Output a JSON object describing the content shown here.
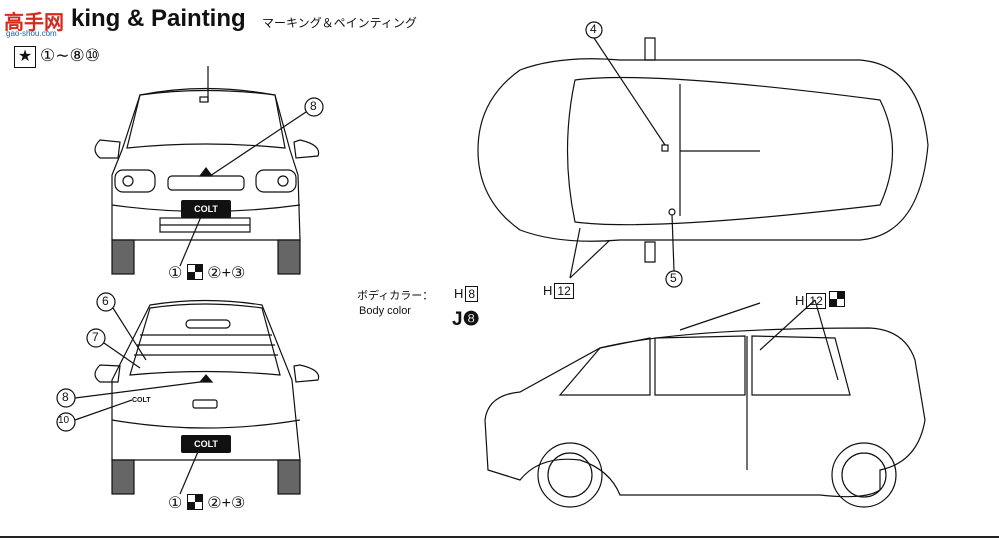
{
  "logo": {
    "text": "高手网",
    "sub": "gao-shou.com"
  },
  "header": {
    "title": "king & Painting",
    "title_jp": "マーキング＆ペインティング"
  },
  "parts": {
    "star": "★",
    "list": "①∼⑧⑩"
  },
  "body_color": {
    "label_jp": "ボディカラー：",
    "label_en": "Body color",
    "h_code_prefix": "H",
    "h_code": "8",
    "j_code": "J❽"
  },
  "callouts": {
    "top_h12_prefix": "H",
    "top_h12": "12",
    "side_h12_prefix": "H",
    "side_h12": "12",
    "n4": "4",
    "n5": "5",
    "n6": "6",
    "n7": "7",
    "n8_front": "8",
    "n8_rear": "8",
    "n10": "10"
  },
  "decals": {
    "front_a": "①",
    "front_b": "②+③",
    "rear_a": "①",
    "rear_b": "②+③",
    "plate_front": "COLT",
    "plate_rear": "COLT",
    "rear_badge": "COLT"
  }
}
